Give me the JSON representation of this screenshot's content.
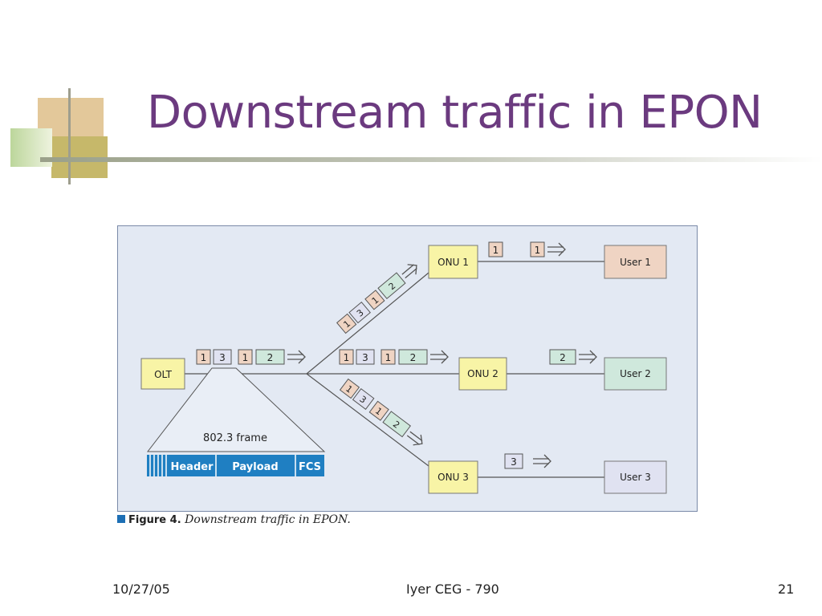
{
  "slide": {
    "title": "Downstream traffic in EPON",
    "footer": {
      "date": "10/27/05",
      "center": "Iyer CEG - 790",
      "page": "21"
    }
  },
  "figure": {
    "caption_label": "Figure 4.",
    "caption_text": "Downstream traffic in EPON.",
    "colors": {
      "background": "#e3e9f3",
      "node_fill": "#f8f4a6",
      "user1": "#efd4c3",
      "user2": "#cfe8dc",
      "user3": "#e0e2f1",
      "frame_bar": "#1f7fc2"
    },
    "nodes": {
      "olt": "OLT",
      "onu1": "ONU 1",
      "onu2": "ONU 2",
      "onu3": "ONU 3",
      "user1": "User 1",
      "user2": "User 2",
      "user3": "User 3"
    },
    "packets": {
      "olt_stream": [
        "1",
        "3",
        "1",
        "2"
      ],
      "branch_up": [
        "1",
        "3",
        "1",
        "2"
      ],
      "branch_mid": [
        "1",
        "3",
        "1",
        "2"
      ],
      "branch_down": [
        "1",
        "3",
        "1",
        "2"
      ],
      "onu1_in": "1",
      "onu1_out": "1",
      "onu2_out": "2",
      "onu3_out": "3"
    },
    "frame": {
      "label": "802.3 frame",
      "header": "Header",
      "payload": "Payload",
      "fcs": "FCS"
    }
  }
}
